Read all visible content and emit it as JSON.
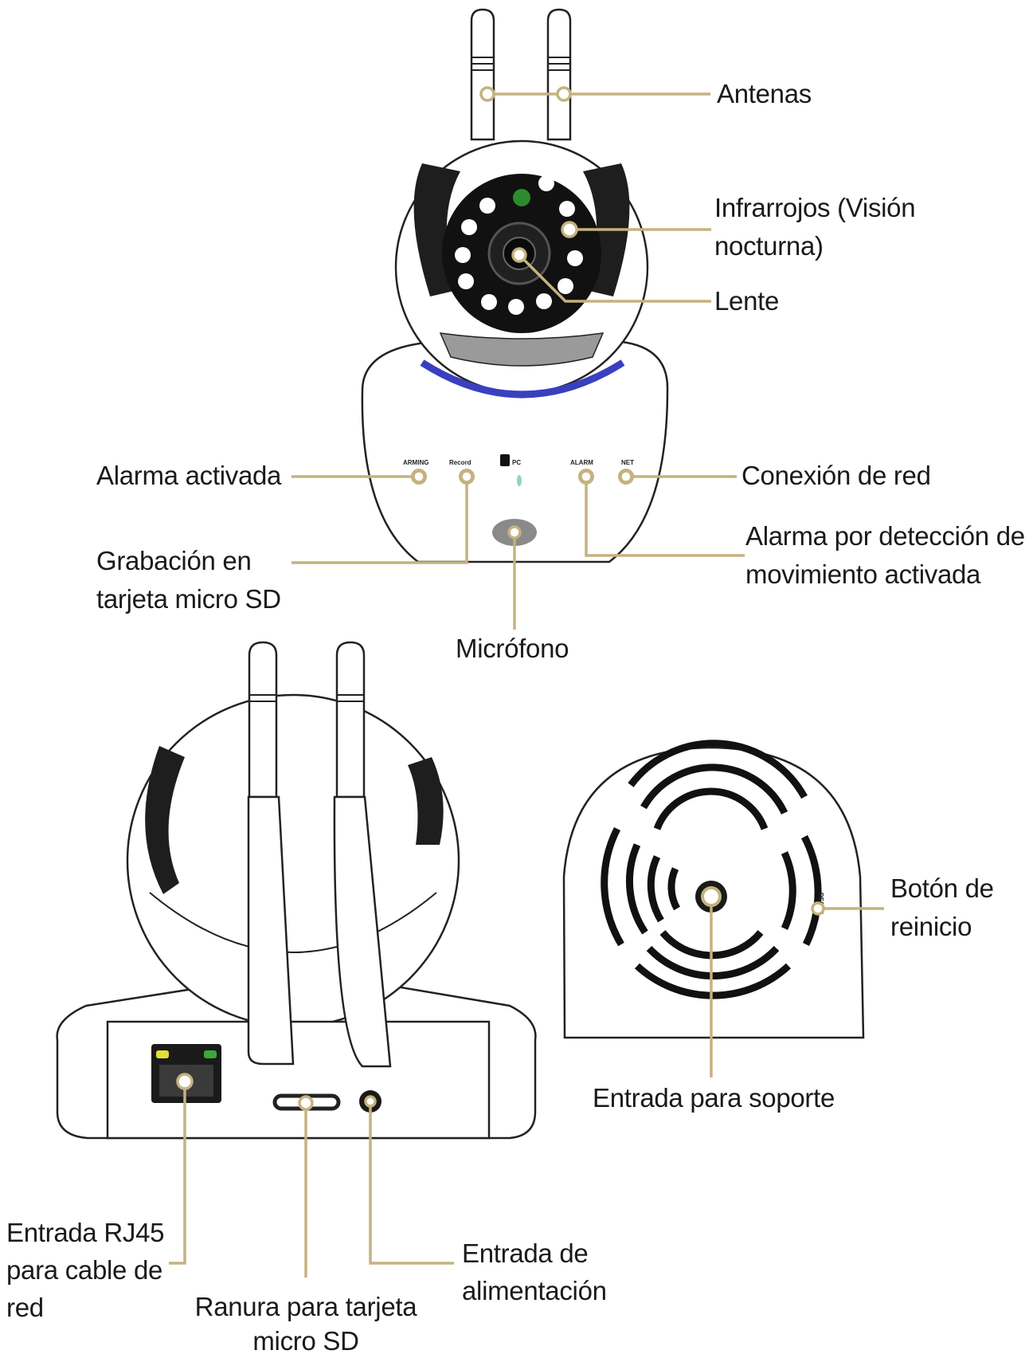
{
  "colors": {
    "leader": "#c5b27f",
    "outline": "#222222",
    "ring": "#3a3fbf",
    "led": "#8fd3c5",
    "led_green": "#2e8a2e",
    "port_green": "#3aa83a",
    "port_yellow": "#e0e03a"
  },
  "panel_leds": {
    "arming": "ARMING",
    "record": "Record",
    "pc": "PC",
    "alarm": "ALARM",
    "net": "NET"
  },
  "reset_mark": "RESET",
  "labels": {
    "antenas": "Antenas",
    "infrarrojos_1": "Infrarrojos (Visión",
    "infrarrojos_2": "nocturna)",
    "lente": "Lente",
    "alarma_activada": "Alarma activada",
    "conexion_red": "Conexión de red",
    "grabacion_1": "Grabación en",
    "grabacion_2": "tarjeta micro SD",
    "deteccion_1": "Alarma por detección de",
    "deteccion_2": "movimiento activada",
    "microfono": "Micrófono",
    "boton_1": "Botón de",
    "boton_2": "reinicio",
    "entrada_soporte": "Entrada para soporte",
    "rj45_1": "Entrada RJ45",
    "rj45_2": "para cable de",
    "rj45_3": "red",
    "alim_1": "Entrada de",
    "alim_2": "alimentación",
    "ranura_1": "Ranura para tarjeta",
    "ranura_2": "micro SD"
  }
}
